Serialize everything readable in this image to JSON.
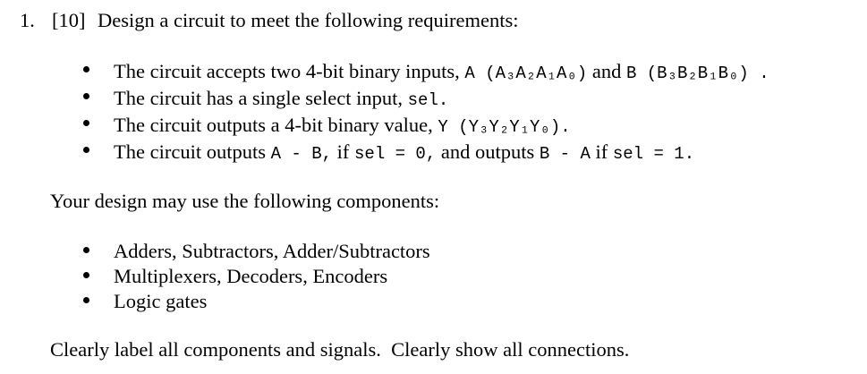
{
  "question": {
    "number": "1.",
    "points": "[10]",
    "title": "Design a circuit to meet the following requirements:"
  },
  "requirements": [
    {
      "p1": "The circuit accepts two 4-bit binary inputs, ",
      "c1": "A (A₃A₂A₁A₀)",
      "p2": " and ",
      "c2": "B (B₃B₂B₁B₀) ."
    },
    {
      "p1": "The circuit has a single select input, ",
      "c1": "sel."
    },
    {
      "p1": "The circuit outputs a 4-bit binary value, ",
      "c1": "Y (Y₃Y₂Y₁Y₀)."
    },
    {
      "p1": "The circuit outputs ",
      "c1": "A - B,",
      "p2": " if ",
      "c2": "sel = 0,",
      "p3": " and outputs ",
      "c3": "B - A",
      "p4": " if ",
      "c4": "sel = 1."
    }
  ],
  "components_intro": "Your design may use the following components:",
  "components": [
    "Adders, Subtractors, Adder/Subtractors",
    "Multiplexers, Decoders, Encoders",
    "Logic gates"
  ],
  "instruction": "Clearly label all components and signals.  Clearly show all connections."
}
